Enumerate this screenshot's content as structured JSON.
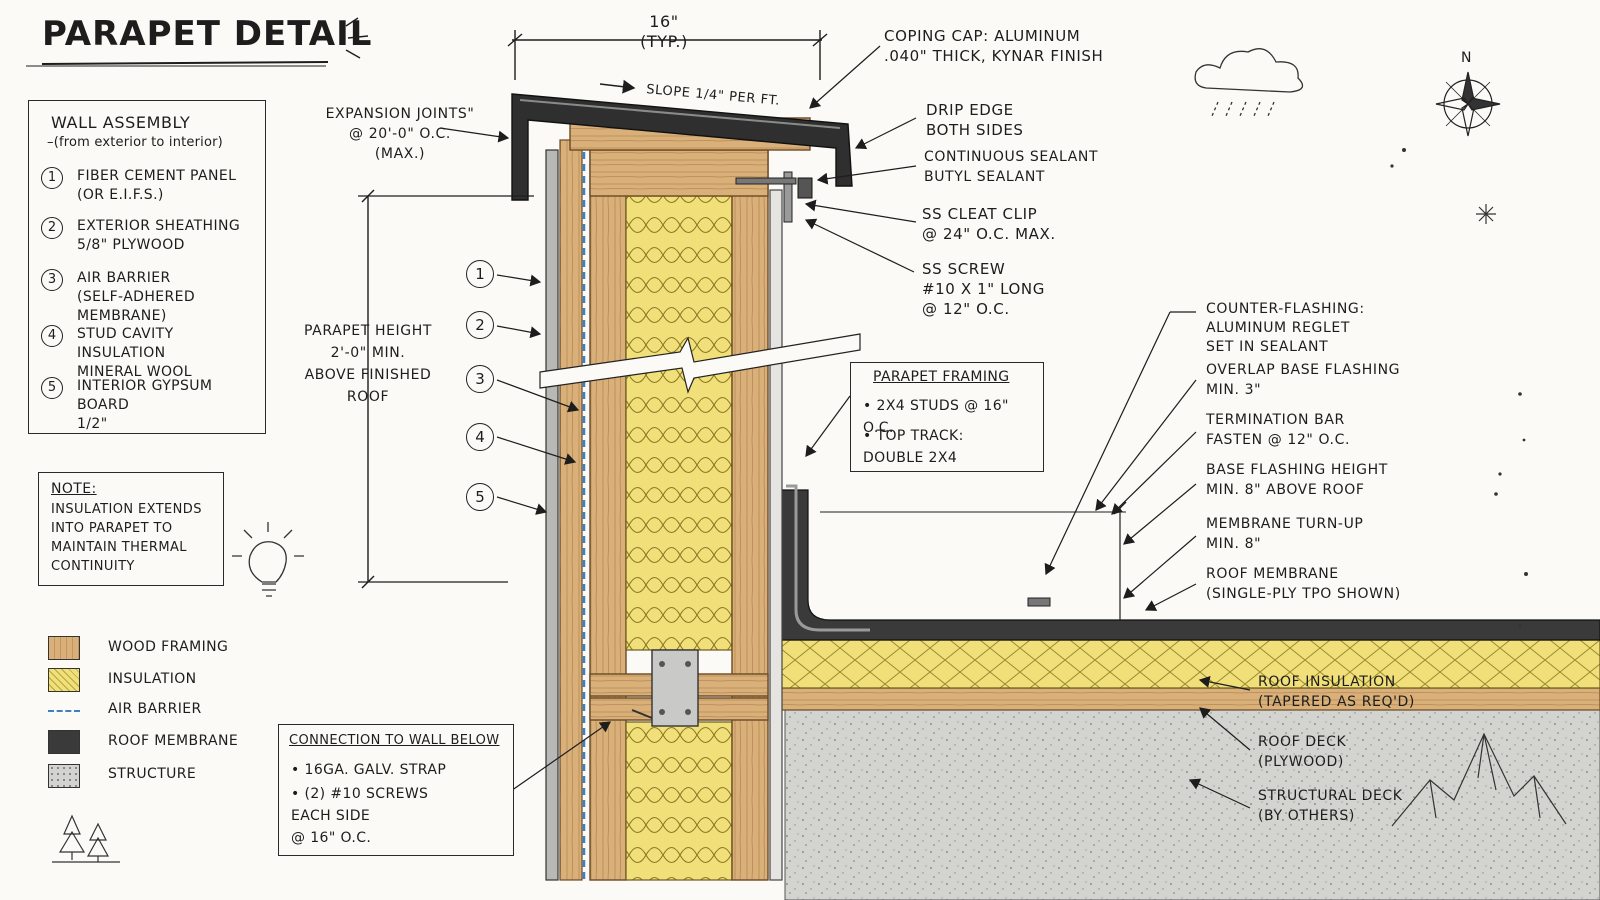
{
  "title": "PARAPET DETAIL",
  "wall_assembly": {
    "heading": "WALL ASSEMBLY",
    "subheading": "–(from exterior to interior)",
    "items": [
      {
        "num": "1",
        "text": "FIBER CEMENT PANEL\n(OR E.I.F.S.)"
      },
      {
        "num": "2",
        "text": "EXTERIOR SHEATHING\n5/8\" PLYWOOD"
      },
      {
        "num": "3",
        "text": "AIR BARRIER\n(SELF-ADHERED MEMBRANE)"
      },
      {
        "num": "4",
        "text": "STUD CAVITY INSULATION\nMINERAL WOOL"
      },
      {
        "num": "5",
        "text": "INTERIOR GYPSUM BOARD\n1/2\""
      }
    ]
  },
  "note": {
    "label": "NOTE:",
    "text": "INSULATION EXTENDS\nINTO PARAPET TO\nMAINTAIN THERMAL\nCONTINUITY"
  },
  "legend": [
    {
      "label": "WOOD FRAMING",
      "swatch": "wood"
    },
    {
      "label": "INSULATION",
      "swatch": "insulation"
    },
    {
      "label": "AIR BARRIER",
      "swatch": "airbarrier"
    },
    {
      "label": "ROOF MEMBRANE",
      "swatch": "membrane"
    },
    {
      "label": "STRUCTURE",
      "swatch": "structure"
    }
  ],
  "connection": {
    "heading": "CONNECTION TO WALL BELOW",
    "lines": [
      "• 16GA. GALV. STRAP",
      "• (2) #10 SCREWS\n   EACH SIDE\n   @ 16\" O.C."
    ]
  },
  "parapet_framing": {
    "heading": "PARAPET FRAMING",
    "lines": [
      "• 2x4 STUDS @ 16\" O.C.",
      "• TOP TRACK:\n   DOUBLE 2x4"
    ]
  },
  "dimension_top": "16\"\n(TYP.)",
  "slope": "SLOPE 1/4\" PER FT.",
  "expansion_joints": "EXPANSION JOINTS\"\n@ 20'-0\" O.C.\n(MAX.)",
  "parapet_height": "PARAPET HEIGHT\n2'-0\" MIN.\nABOVE FINISHED\nROOF",
  "callout_numbers": [
    "1",
    "2",
    "3",
    "4",
    "5"
  ],
  "right_labels": [
    {
      "key": "coping",
      "text": "COPING CAP: ALUMINUM\n.040\" THICK, KYNAR FINISH"
    },
    {
      "key": "drip",
      "text": "DRIP EDGE\nBOTH SIDES"
    },
    {
      "key": "sealant",
      "text": "CONTINUOUS SEALANT\nBUTYL SEALANT"
    },
    {
      "key": "cleat",
      "text": "SS CLEAT CLIP\n@ 24\" O.C. MAX."
    },
    {
      "key": "screw",
      "text": "SS SCREW\n#10 x 1\" LONG\n@ 12\" O.C."
    },
    {
      "key": "counter",
      "text": "COUNTER-FLASHING:\nALUMINUM REGLET\nSET IN SEALANT"
    },
    {
      "key": "overlap",
      "text": "OVERLAP BASE FLASHING\nMIN. 3\""
    },
    {
      "key": "termbar",
      "text": "TERMINATION BAR\nFASTEN @ 12\" O.C."
    },
    {
      "key": "baseflash",
      "text": "BASE FLASHING HEIGHT\nMIN. 8\" ABOVE ROOF"
    },
    {
      "key": "turnup",
      "text": "MEMBRANE TURN-UP\nMIN. 8\""
    },
    {
      "key": "membrane",
      "text": "ROOF MEMBRANE\n(SINGLE-PLY TPO SHOWN)"
    },
    {
      "key": "roofins",
      "text": "ROOF INSULATION\n(TAPERED AS REQ'D)"
    },
    {
      "key": "deck",
      "text": "ROOF DECK\n(PLYWOOD)"
    },
    {
      "key": "structdeck",
      "text": "STRUCTURAL DECK\n(BY OTHERS)"
    }
  ],
  "compass_letter": "N",
  "colors": {
    "wood": "#d9b07a",
    "wood_dark": "#a87a45",
    "insulation": "#f1e07a",
    "membrane": "#3a3a3a",
    "structure": "#cfcfcb",
    "air_barrier": "#3c7fc2",
    "ink": "#1d1d1d"
  }
}
